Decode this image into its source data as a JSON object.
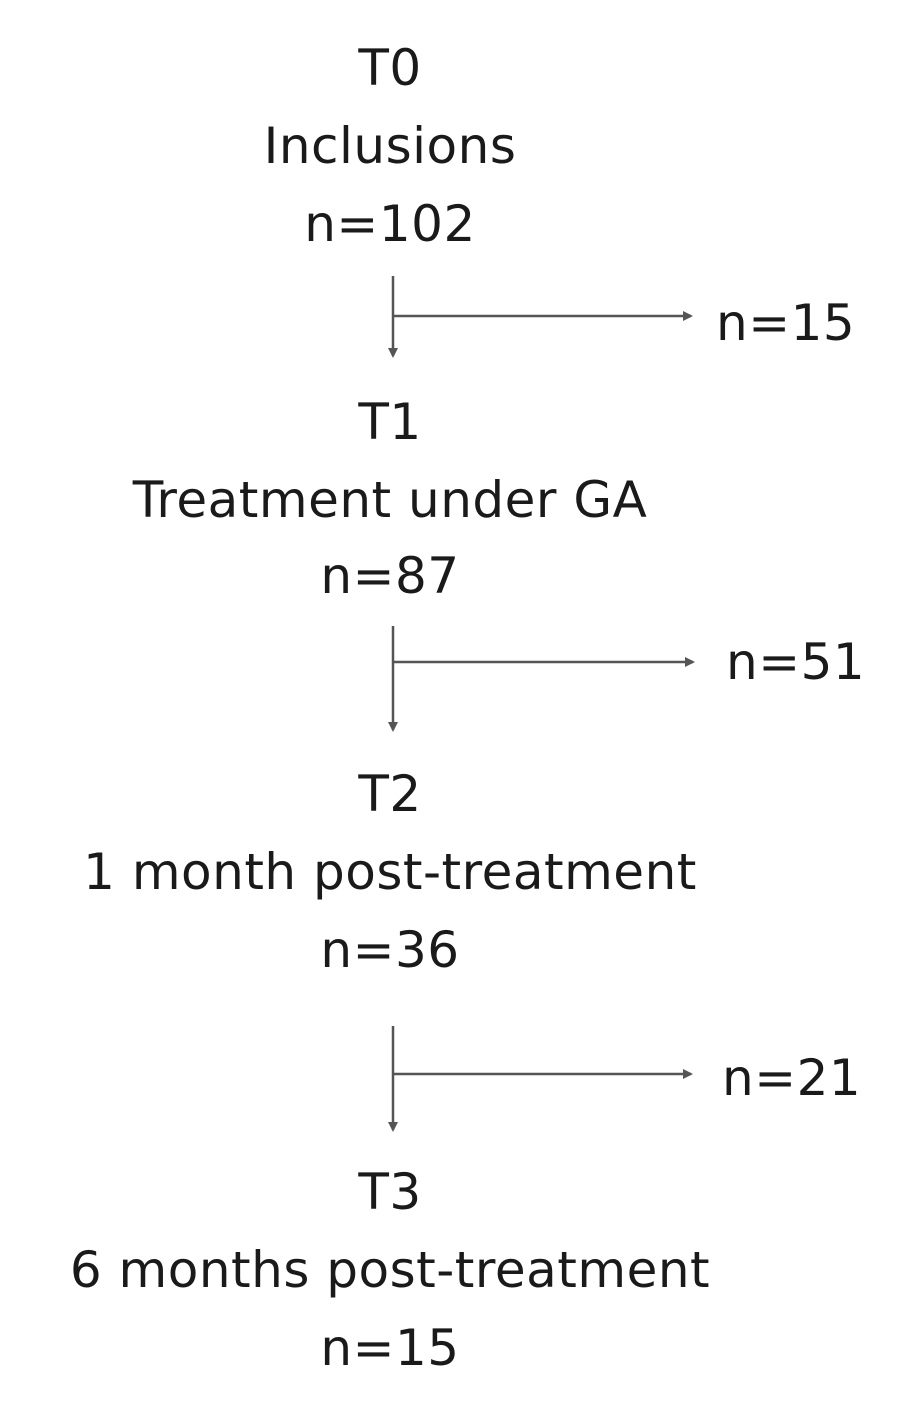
{
  "stages": [
    {
      "code": "T0",
      "label": "Inclusions",
      "n": "n=102"
    },
    {
      "code": "T1",
      "label": "Treatment under GA",
      "n": "n=87"
    },
    {
      "code": "T2",
      "label": "1 month post-treatment",
      "n": "n=36"
    },
    {
      "code": "T3",
      "label": "6 months post-treatment",
      "n": "n=15"
    }
  ],
  "dropouts": [
    {
      "n": "n=15"
    },
    {
      "n": "n=51"
    },
    {
      "n": "n=21"
    }
  ],
  "colors": {
    "text": "#1a1a1a",
    "arrow": "#555555"
  }
}
